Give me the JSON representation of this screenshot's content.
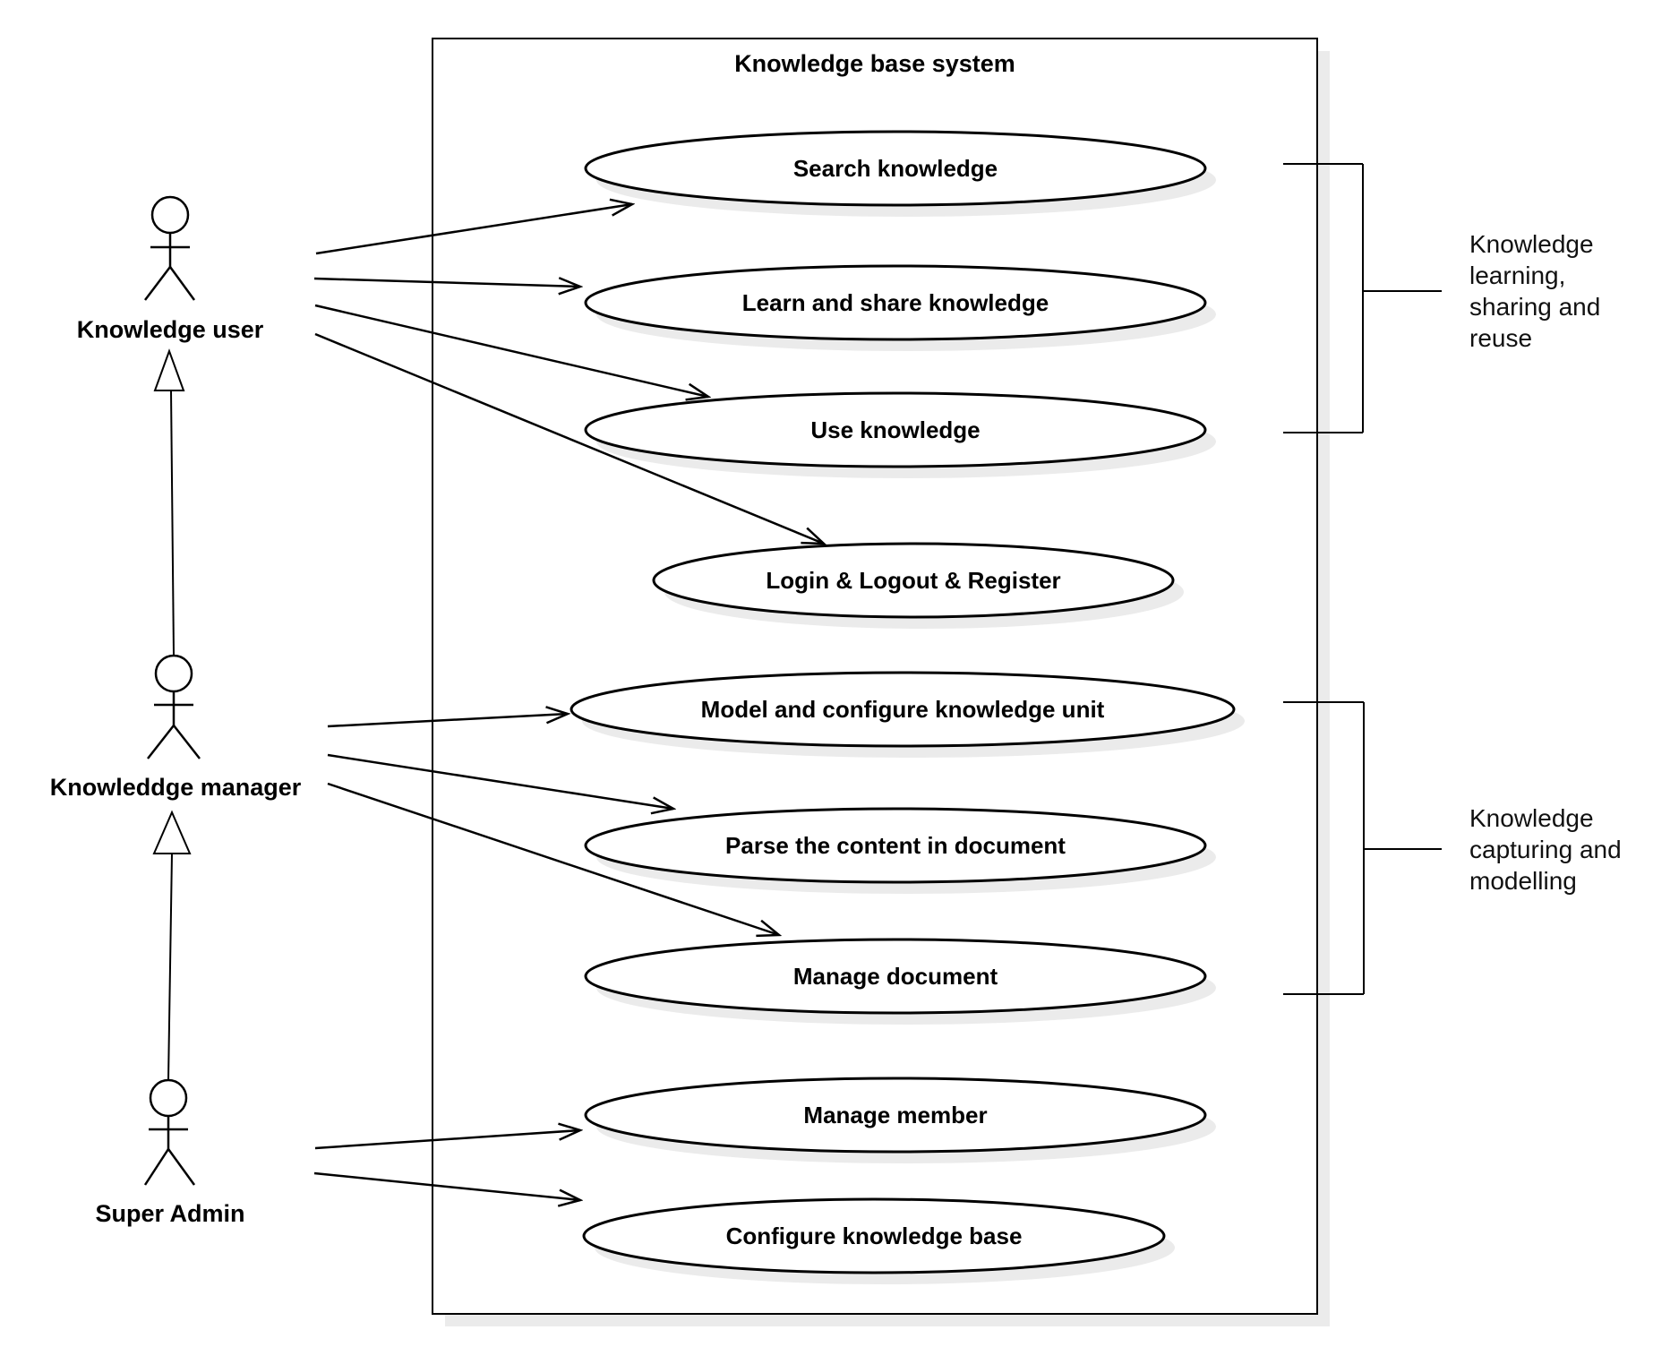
{
  "diagram": {
    "type": "uml-use-case-diagram",
    "system_title": "Knowledge base system",
    "actors": [
      {
        "name": "Knowledge user"
      },
      {
        "name": "Knowleddge manager"
      },
      {
        "name": "Super Admin"
      }
    ],
    "use_cases": [
      {
        "label": "Search knowledge"
      },
      {
        "label": "Learn and share knowledge"
      },
      {
        "label": "Use knowledge"
      },
      {
        "label": "Login & Logout & Register"
      },
      {
        "label": "Model and configure knowledge unit"
      },
      {
        "label": "Parse the content in document"
      },
      {
        "label": "Manage document"
      },
      {
        "label": "Manage member"
      },
      {
        "label": "Configure knowledge base"
      }
    ],
    "groups": [
      {
        "label": "Knowledge learning, sharing and reuse",
        "lines": [
          "Knowledge",
          "learning,",
          "sharing and",
          "reuse"
        ],
        "covers": [
          "Search knowledge",
          "Learn and share knowledge",
          "Use knowledge"
        ]
      },
      {
        "label": "Knowledge capturing and modelling",
        "lines": [
          "Knowledge",
          "capturing and",
          "modelling"
        ],
        "covers": [
          "Model and configure knowledge unit",
          "Parse the content in document",
          "Manage document"
        ]
      }
    ],
    "associations": [
      {
        "from": "Knowledge user",
        "to": "Search knowledge"
      },
      {
        "from": "Knowledge user",
        "to": "Learn and share knowledge"
      },
      {
        "from": "Knowledge user",
        "to": "Use knowledge"
      },
      {
        "from": "Knowledge user",
        "to": "Login & Logout & Register"
      },
      {
        "from": "Knowleddge manager",
        "to": "Model and configure knowledge unit"
      },
      {
        "from": "Knowleddge manager",
        "to": "Parse the content in document"
      },
      {
        "from": "Knowleddge manager",
        "to": "Manage document"
      },
      {
        "from": "Super Admin",
        "to": "Manage member"
      },
      {
        "from": "Super Admin",
        "to": "Configure knowledge base"
      }
    ],
    "generalizations": [
      {
        "child": "Knowleddge manager",
        "parent": "Knowledge user"
      },
      {
        "child": "Super Admin",
        "parent": "Knowleddge manager"
      }
    ],
    "colors": {
      "stroke": "#000000",
      "fill": "#ffffff",
      "shadow": "#ebebeb"
    }
  }
}
